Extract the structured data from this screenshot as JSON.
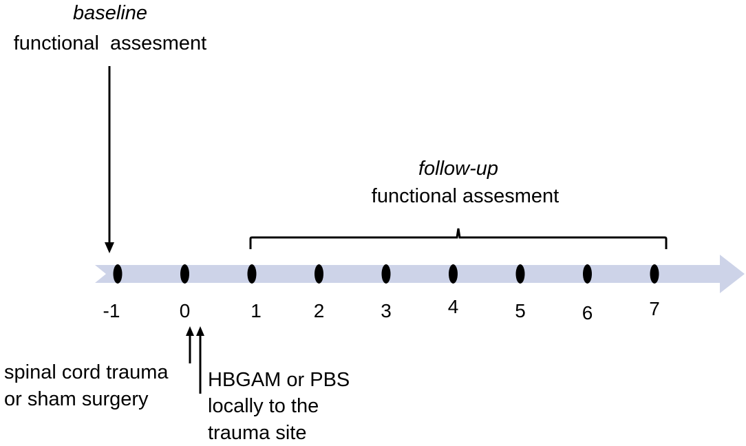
{
  "baseline": {
    "title": "baseline",
    "subtitle": "functional  assesment"
  },
  "followup": {
    "title": "follow-up",
    "subtitle": "functional assesment"
  },
  "timeline": {
    "days": [
      "-1",
      "0",
      "1",
      "2",
      "3",
      "4",
      "5",
      "6",
      "7"
    ],
    "color": "#cdd3e8"
  },
  "events": {
    "trauma": {
      "line1": "spinal cord trauma",
      "line2": "or sham surgery"
    },
    "treatment": {
      "line1": "HBGAM or PBS",
      "line2": "locally to the",
      "line3": "trauma site"
    }
  }
}
